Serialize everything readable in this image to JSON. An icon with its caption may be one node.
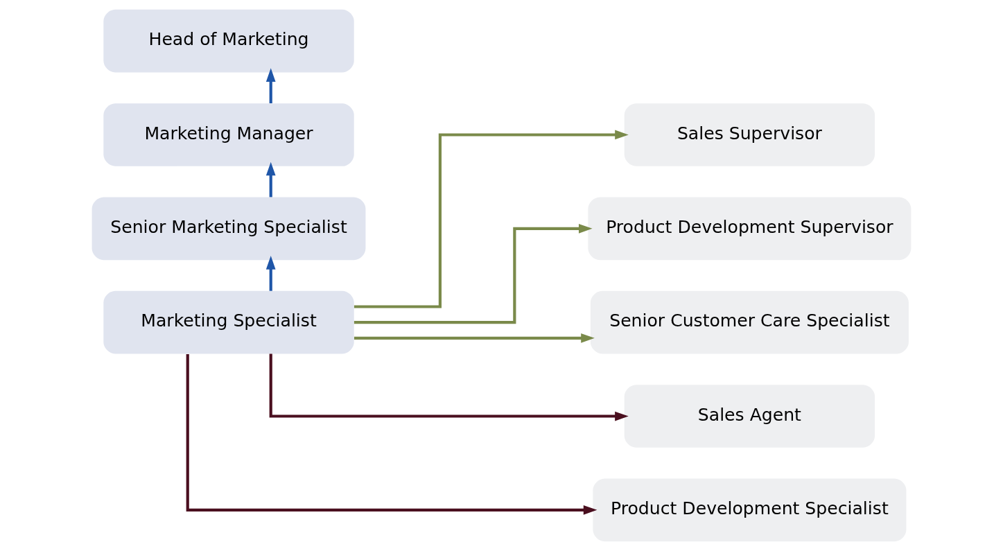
{
  "diagram": {
    "nodes": [
      {
        "text": [
          "Head of Marketing"
        ]
      },
      {
        "text": [
          "Marketing Manager"
        ]
      },
      {
        "text": [
          "Senior Marketing Specialist"
        ]
      },
      {
        "text": [
          "Marketing Specialist"
        ]
      },
      {
        "text": [
          "Sales Supervisor"
        ]
      },
      {
        "text": [
          "Product Development Supervisor"
        ]
      },
      {
        "text": [
          "Senior Customer Care Specialist"
        ]
      },
      {
        "text": [
          "Sales Agent"
        ]
      },
      {
        "text": [
          "Product Development Specialist"
        ]
      }
    ],
    "edges": [
      {
        "from": 3,
        "to": 2,
        "arrow": "to",
        "color": "#1f56a8"
      },
      {
        "from": 2,
        "to": 1,
        "arrow": "to",
        "color": "#1f56a8"
      },
      {
        "from": 1,
        "to": 0,
        "arrow": "to",
        "color": "#1f56a8"
      },
      {
        "from": 3,
        "to": 4,
        "arrow": "to",
        "color": "#7a8a4a"
      },
      {
        "from": 3,
        "to": 5,
        "arrow": "to",
        "color": "#7a8a4a"
      },
      {
        "from": 3,
        "to": 6,
        "arrow": "to",
        "color": "#7a8a4a"
      },
      {
        "from": 3,
        "to": 7,
        "arrow": "to",
        "color": "#4a0f1f"
      },
      {
        "from": 3,
        "to": 8,
        "arrow": "to",
        "color": "#4a0f1f"
      }
    ]
  }
}
